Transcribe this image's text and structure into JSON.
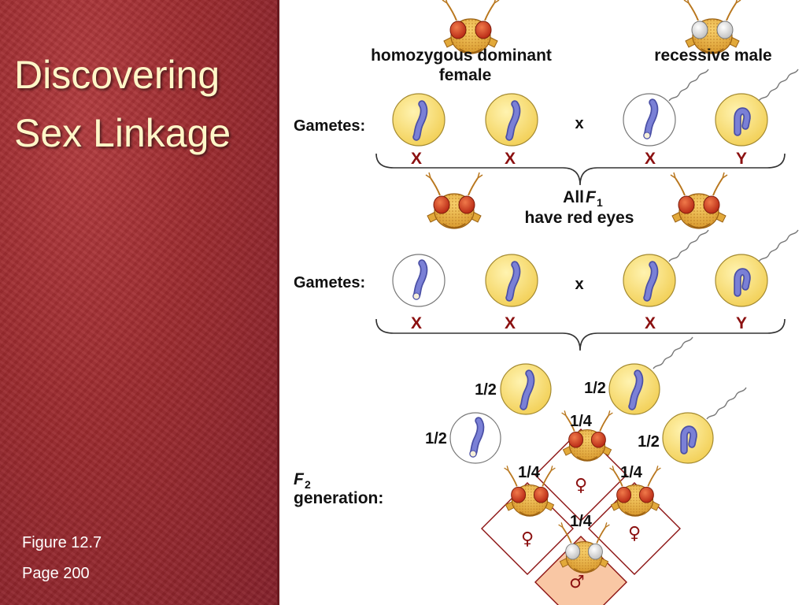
{
  "slide": {
    "title_line1": "Discovering",
    "title_line2": "Sex Linkage",
    "figure_label": "Figure 12.7",
    "page_label": "Page 200"
  },
  "parents": {
    "female_label_line1": "homozygous dominant",
    "female_label_line2": "female",
    "male_label": "recessive male"
  },
  "gametes_label": "Gametes:",
  "cross_symbol": "x",
  "row1_alleles": [
    "X",
    "X",
    "X",
    "Y"
  ],
  "f1": {
    "label_prefix": "All ",
    "label_var": "F",
    "label_sub": "1",
    "label_line2": "have red eyes"
  },
  "row2_alleles": [
    "X",
    "X",
    "X",
    "Y"
  ],
  "f2": {
    "label_var": "F",
    "label_sub": "2",
    "label_line2": "generation:",
    "fractions": [
      "1/2",
      "1/2",
      "1/2",
      "1/2"
    ],
    "cell_fractions": [
      "1/4",
      "1/4",
      "1/4",
      "1/4"
    ],
    "female_symbol": "♀",
    "male_symbol": "♂"
  },
  "colors": {
    "panel_red": "#9b2a2e",
    "title_text": "#fff6c8",
    "label_red": "#8b1010",
    "egg_yellow": "#f7de78",
    "chromosome": "#6a6fc2",
    "sperm_white": "#ffffff",
    "highlight_cell": "#f9c7a4",
    "fly_red_eye": "#d8432a",
    "fly_white_eye": "#e8e8e8"
  }
}
